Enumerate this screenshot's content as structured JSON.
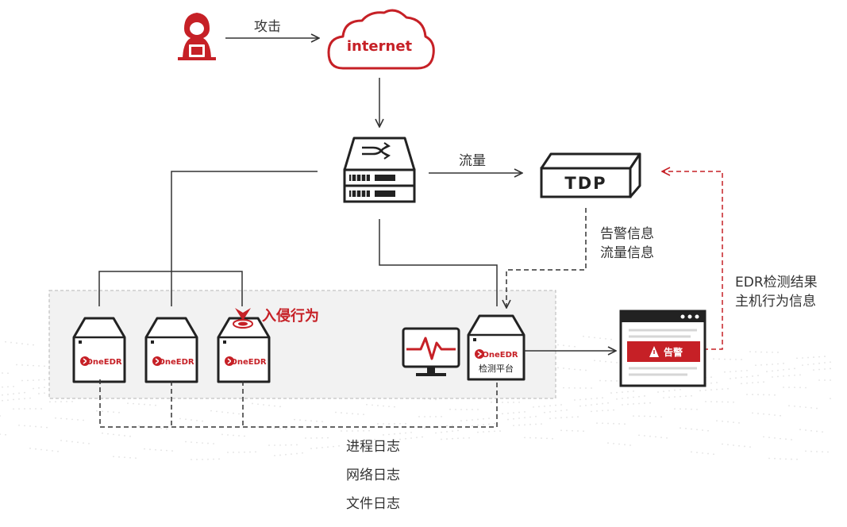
{
  "labels": {
    "attack": "攻击",
    "internet": "internet",
    "traffic": "流量",
    "tdp": "TDP",
    "tdp_out_line1": "告警信息",
    "tdp_out_line2": "流量信息",
    "edr_result_line1": "EDR检测结果",
    "edr_result_line2": "主机行为信息",
    "intrusion": "入侵行为",
    "onedr": "OneEDR",
    "platform": "检测平台",
    "alert": "告警",
    "logs": [
      "进程日志",
      "网络日志",
      "文件日志"
    ]
  },
  "colors": {
    "brand_red": "#c62026",
    "line": "#333333",
    "zone_bg": "#f2f2f2",
    "zone_border": "#b5b5b5"
  },
  "icons": {
    "attacker": "hacker-icon",
    "cloud": "cloud-icon",
    "switch": "network-switch-icon",
    "tdp": "tdp-appliance-icon",
    "monitor": "monitor-heartbeat-icon",
    "alert_window": "alert-window-icon",
    "target": "target-icon"
  }
}
